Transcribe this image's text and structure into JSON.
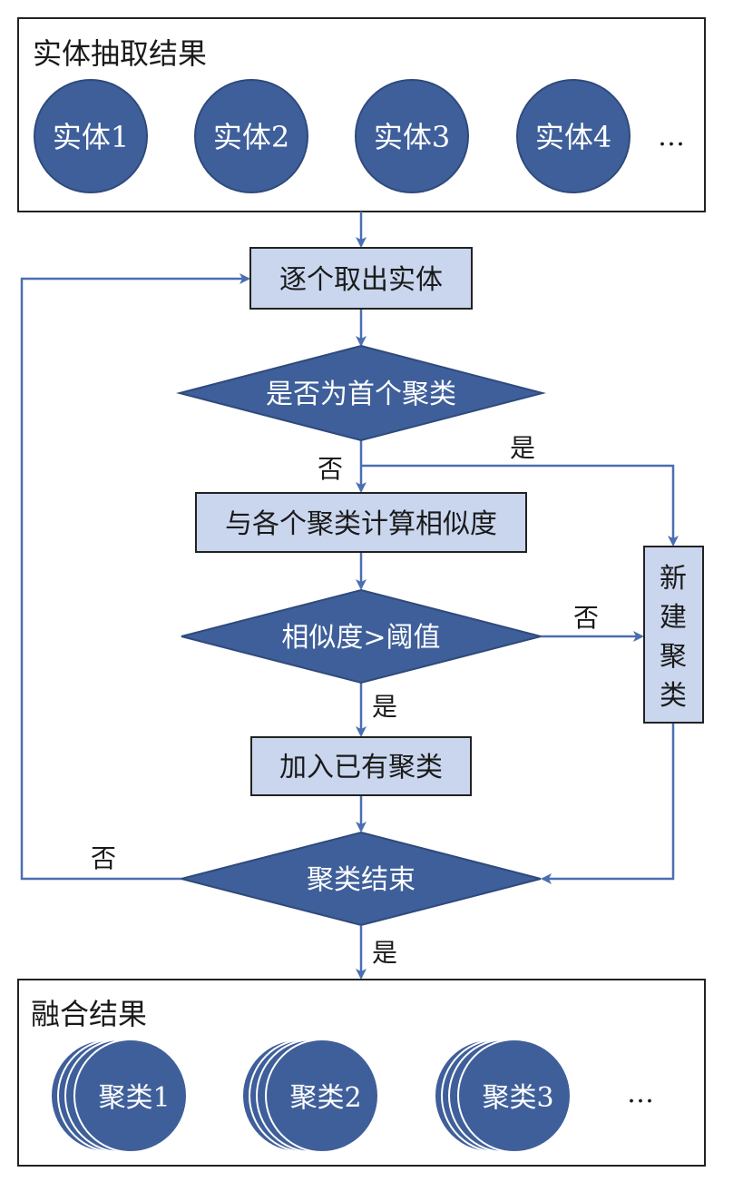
{
  "colors": {
    "node_fill": "#3f5f9a",
    "node_stroke": "#2f4a7c",
    "box_fill": "#c9d6ee",
    "box_stroke": "#222222",
    "arrow": "#4a6fb0",
    "frame": "#222222"
  },
  "top_panel": {
    "title": "实体抽取结果",
    "entities": [
      "实体1",
      "实体2",
      "实体3",
      "实体4"
    ],
    "ellipsis": "…"
  },
  "steps": {
    "take_entity": "逐个取出实体",
    "first_cluster_q": "是否为首个聚类",
    "compute_similarity": "与各个聚类计算相似度",
    "threshold_q": "相似度>阈值",
    "join_cluster": "加入已有聚类",
    "end_q": "聚类结束",
    "new_cluster": [
      "新",
      "建",
      "聚",
      "类"
    ]
  },
  "edge_labels": {
    "first_no": "否",
    "first_yes": "是",
    "threshold_no": "否",
    "threshold_yes": "是",
    "end_no": "否",
    "end_yes": "是"
  },
  "bottom_panel": {
    "title": "融合结果",
    "clusters": [
      "聚类1",
      "聚类2",
      "聚类3"
    ],
    "ellipsis": "…"
  }
}
